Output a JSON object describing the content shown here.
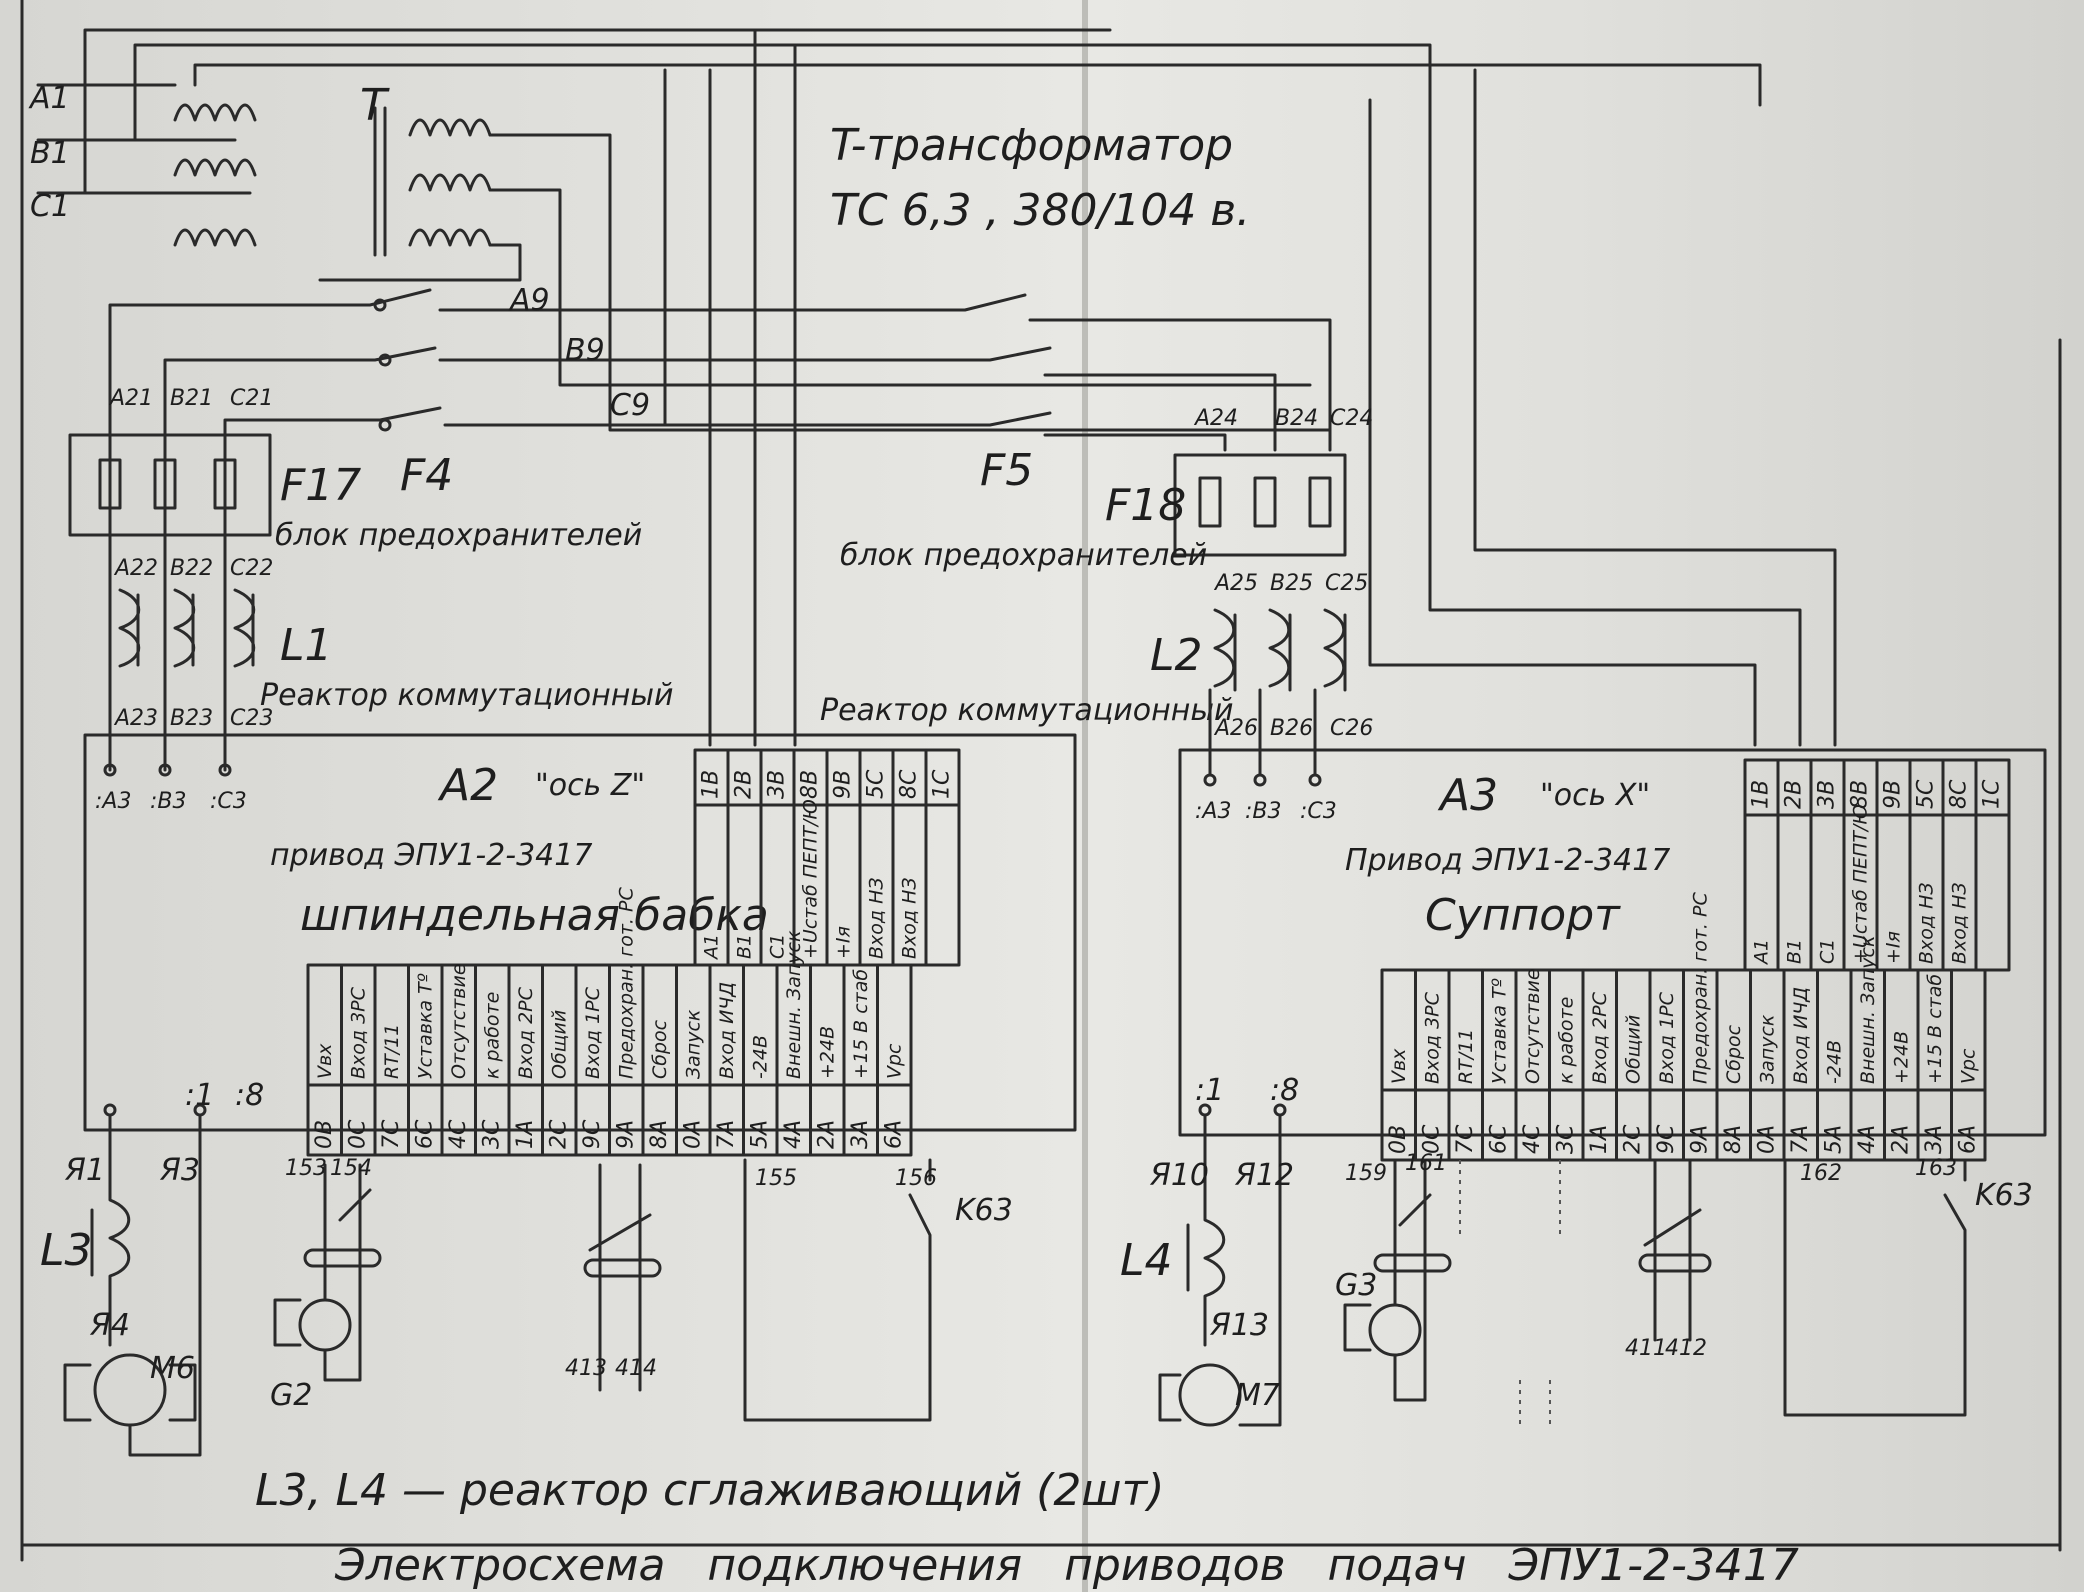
{
  "transformer": {
    "ref": "T",
    "title": "T-трансформатор",
    "spec": "ТС 6,3 , 380/104 в."
  },
  "phases": [
    "A1",
    "B1",
    "C1"
  ],
  "trans_outputs": [
    "A9",
    "B9",
    "C9"
  ],
  "switches": [
    "F4",
    "F5"
  ],
  "fuses_left": {
    "ref": "F17",
    "label": "блок предохранителей",
    "in": [
      "A21",
      "B21",
      "C21"
    ],
    "out": [
      "A22",
      "B22",
      "C22"
    ]
  },
  "fuses_right": {
    "ref": "F18",
    "label": "блок предохранителей",
    "in": [
      "A24",
      "B24",
      "C24"
    ],
    "out": [
      "A25",
      "B25",
      "C25"
    ]
  },
  "reactor_left": {
    "ref": "L1",
    "label": "Реактор коммутационный",
    "out": [
      "A23",
      "B23",
      "C23"
    ]
  },
  "reactor_right": {
    "ref": "L2",
    "label": "Реактор коммутационный",
    "out": [
      "A26",
      "B26",
      "C26"
    ]
  },
  "terminals_power": [
    ":A3",
    ":B3",
    ":C3"
  ],
  "drive_left": {
    "ref": "A2",
    "axis": "\"ось Z\"",
    "model": "привод ЭПУ1-2-3417",
    "name": "шпиндельная бабка",
    "top_codes": [
      "1B",
      "2B",
      "3B",
      "8B",
      "9B",
      "5C",
      "8C",
      "1C"
    ],
    "top_labels": [
      "A1",
      "B1",
      "C1",
      "+Uстаб ПЕПТ/Ю",
      "+Iя",
      "Вход НЗ",
      "Вход НЗ",
      ""
    ],
    "bot_labels": [
      "Vвх",
      "Вход 3PC",
      "RT/11",
      "Уставка Тº",
      "Отсутствие",
      "к работе",
      "Вход 2PC",
      "Общий",
      "Вход 1PC",
      "Предохран. гот. PC",
      "Сброс",
      "Запуск",
      "Вход ИЧД",
      "-24В",
      "Внешн. Запуск",
      "+24В",
      "+15 В стаб",
      "Vрс"
    ],
    "bot_codes": [
      "0B",
      "0C",
      "7C",
      "6C",
      "4C",
      "3C",
      "1A",
      "2C",
      "9C",
      "9A",
      "8A",
      "0A",
      "7A",
      "5A",
      "4A",
      "2A",
      "3A",
      "6A"
    ],
    "motor_term": [
      ":1",
      ":8"
    ],
    "wires": [
      "Я1",
      "Я3",
      "Я4"
    ],
    "smoothing": "L3",
    "motor": "M6",
    "tacho": "G2",
    "nums": [
      "153",
      "154",
      "155",
      "156",
      "413",
      "414"
    ],
    "relay": "K63"
  },
  "drive_right": {
    "ref": "A3",
    "axis": "\"ось X\"",
    "model": "Привод ЭПУ1-2-3417",
    "name": "Суппорт",
    "top_codes": [
      "1B",
      "2B",
      "3B",
      "8B",
      "9B",
      "5C",
      "8C",
      "1C"
    ],
    "top_labels": [
      "A1",
      "B1",
      "C1",
      "+Uстаб ПЕПТ/Ю",
      "+Iя",
      "Вход НЗ",
      "Вход НЗ",
      ""
    ],
    "bot_labels": [
      "Vвх",
      "Вход 3PC",
      "RT/11",
      "Уставка Тº",
      "Отсутствие",
      "к работе",
      "Вход 2PC",
      "Общий",
      "Вход 1PC",
      "Предохран. гот. PC",
      "Сброс",
      "Запуск",
      "Вход ИЧД",
      "-24В",
      "Внешн. Запуск",
      "+24В",
      "+15 В стаб",
      "Vрс"
    ],
    "bot_codes": [
      "0B",
      "0C",
      "7C",
      "6C",
      "4C",
      "3C",
      "1A",
      "2C",
      "9C",
      "9A",
      "8A",
      "0A",
      "7A",
      "5A",
      "4A",
      "2A",
      "3A",
      "6A"
    ],
    "motor_term": [
      ":1",
      ":8"
    ],
    "wires": [
      "Я10",
      "Я12",
      "Я13"
    ],
    "smoothing": "L4",
    "motor": "M7",
    "tacho": "G3",
    "nums": [
      "159",
      "161",
      "162",
      "163",
      "411",
      "412"
    ],
    "relay": "K63"
  },
  "note": "L3, L4 — реактор сглаживающий (2шт)",
  "footer": "Электросхема   подключения   приводов   подач   ЭПУ1-2-3417"
}
